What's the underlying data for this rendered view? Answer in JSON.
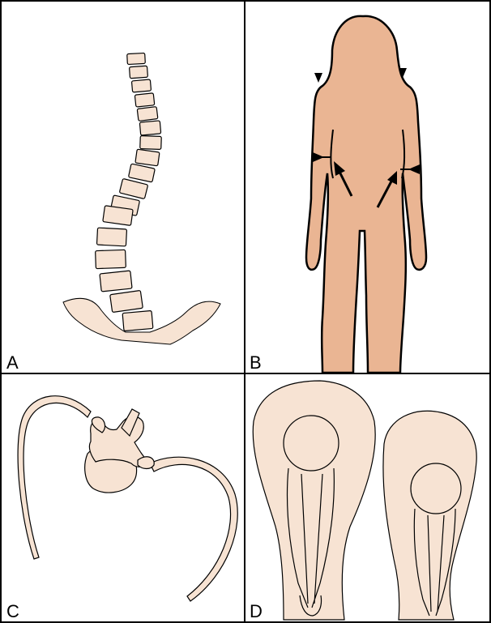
{
  "panels": [
    {
      "label": "A"
    },
    {
      "label": "B"
    },
    {
      "label": "C"
    },
    {
      "label": "D"
    }
  ],
  "colors": {
    "bone": "#f7e3d3",
    "skin": "#eab593",
    "outline": "#000000",
    "border": "#000000",
    "background": "#ffffff"
  }
}
